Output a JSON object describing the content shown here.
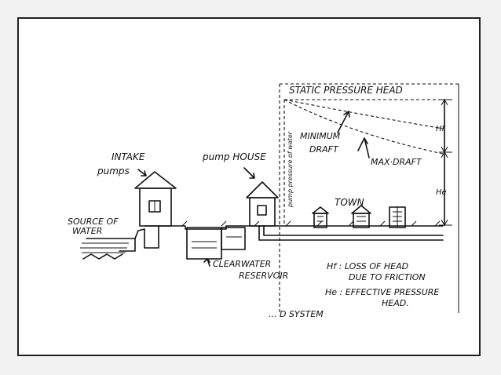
{
  "labels": {
    "static_pressure_head": "STATIC PRESSURE HEAD",
    "intake_pumps_line1": "INTAKE",
    "intake_pumps_line2": "pumps",
    "pump_house": "pump HOUSE",
    "pump_pressure": "pump pressure of water",
    "minimum_draft_line1": "MINIMUM",
    "minimum_draft_line2": "DRAFT",
    "max_draft": "MAX·DRAFT",
    "hf": "Hf",
    "he": "He",
    "town": "TOWN",
    "source_line1": "SOURCE OF",
    "source_line2": "WATER",
    "clear_water_line1": "CLEARWATER",
    "clear_water_line2": "RESERVOIR",
    "legend_hf_line1": "Hf : LOSS OF HEAD",
    "legend_hf_line2": "DUE TO FRICTION",
    "legend_he_line1": "He : EFFECTIVE PRESSURE",
    "legend_he_line2": "HEAD.",
    "cut_caption": "... D SYSTEM"
  },
  "colors": {
    "ink": "#111111",
    "paper": "#ffffff",
    "page": "#f2f2f2",
    "frame": "#222222"
  }
}
